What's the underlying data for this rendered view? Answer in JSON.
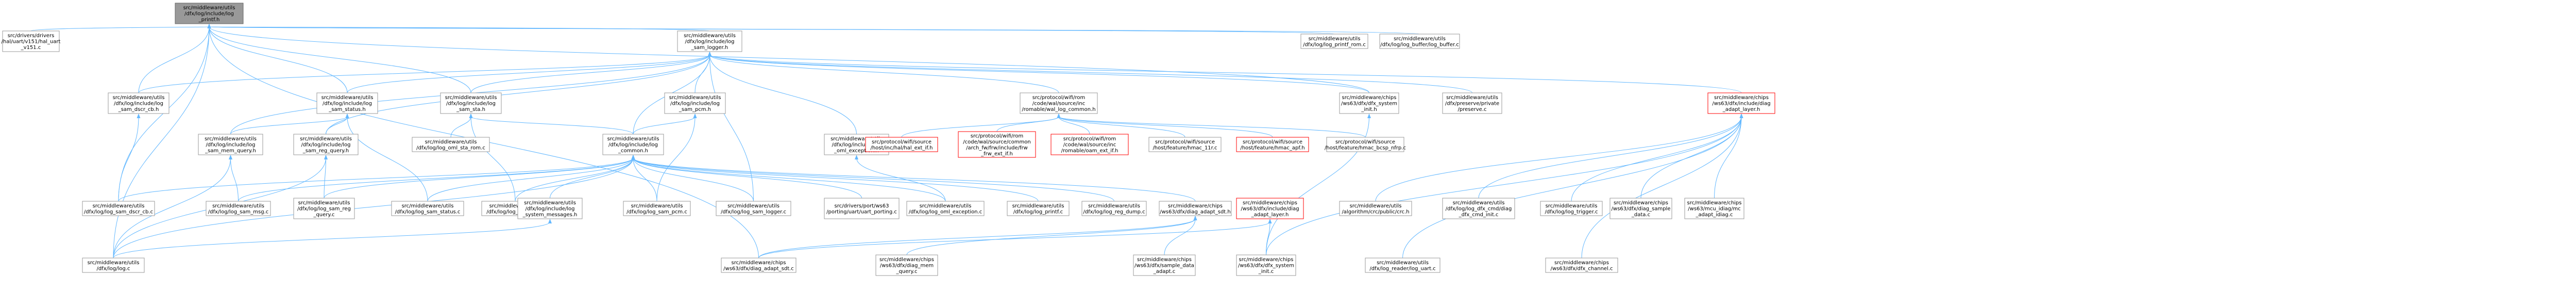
{
  "colors": {
    "edge": "#63b8ff",
    "root_fill": "#999999",
    "node_border": "#999999",
    "missing_border": "#ff0000"
  },
  "nodes": [
    {
      "id": "root",
      "lines": [
        "src/middleware/utils",
        "/dfx/log/include/log",
        "_printf.h"
      ],
      "kind": "root"
    },
    {
      "id": "uart",
      "lines": [
        "src/drivers/drivers",
        "/hal/uart/v151/hal_uart",
        "_v151.c"
      ],
      "kind": "file"
    },
    {
      "id": "logger",
      "lines": [
        "src/middleware/utils",
        "/dfx/log/include/log",
        "_sam_logger.h"
      ],
      "kind": "file"
    },
    {
      "id": "printf_rom",
      "lines": [
        "src/middleware/utils",
        "/dfx/log/log_printf_rom.c"
      ],
      "kind": "file"
    },
    {
      "id": "buffer",
      "lines": [
        "src/middleware/utils",
        "/dfx/log/log_buffer/log_buffer.c"
      ],
      "kind": "file"
    },
    {
      "id": "dscr_cb_h",
      "lines": [
        "src/middleware/utils",
        "/dfx/log/include/log",
        "_sam_dscr_cb.h"
      ],
      "kind": "file"
    },
    {
      "id": "status_h",
      "lines": [
        "src/middleware/utils",
        "/dfx/log/include/log",
        "_sam_status.h"
      ],
      "kind": "file"
    },
    {
      "id": "sta_h",
      "lines": [
        "src/middleware/utils",
        "/dfx/log/include/log",
        "_sam_sta.h"
      ],
      "kind": "file"
    },
    {
      "id": "pcm_h",
      "lines": [
        "src/middleware/utils",
        "/dfx/log/include/log",
        "_sam_pcm.h"
      ],
      "kind": "file"
    },
    {
      "id": "pc_common",
      "lines": [
        "src/protocol/wifi/rom",
        "/code/wal/source/inc",
        "/romable/wal_log_common.h"
      ],
      "kind": "file"
    },
    {
      "id": "dfx_system_init_h",
      "lines": [
        "src/middleware/chips",
        "/ws63/dfx/dfx_system",
        "_init.h"
      ],
      "kind": "file"
    },
    {
      "id": "preserve",
      "lines": [
        "src/middleware/utils",
        "/dfx/preserve/private",
        "/preserve.c"
      ],
      "kind": "file"
    },
    {
      "id": "mem_query_h",
      "lines": [
        "src/middleware/utils",
        "/dfx/log/include/log",
        "_sam_mem_query.h"
      ],
      "kind": "file"
    },
    {
      "id": "reg_query_h",
      "lines": [
        "src/middleware/utils",
        "/dfx/log/include/log",
        "_sam_reg_query.h"
      ],
      "kind": "file"
    },
    {
      "id": "oml_rom",
      "lines": [
        "src/middleware/utils",
        "/dfx/log/log_oml_sta_rom.c"
      ],
      "kind": "file"
    },
    {
      "id": "common_h",
      "lines": [
        "src/middleware/utils",
        "/dfx/log/include/log",
        "_common.h"
      ],
      "kind": "file"
    },
    {
      "id": "oml_exc_h",
      "lines": [
        "src/middleware/utils",
        "/dfx/log/include/log",
        "_oml_exception.h"
      ],
      "kind": "file"
    },
    {
      "id": "hal_ext",
      "lines": [
        "src/protocol/wifi/source",
        "/host/inc/hal/hal_ext_if.h"
      ],
      "kind": "missing"
    },
    {
      "id": "frw_ext",
      "lines": [
        "src/protocol/wifi/rom",
        "/code/wal/source/common",
        "/arch_fw/frw/include/frw",
        "_frw_ext_if.h"
      ],
      "kind": "missing"
    },
    {
      "id": "oam_ext",
      "lines": [
        "src/protocol/wifi/rom",
        "/code/wal/source/inc",
        "/romable/oam_ext_if.h"
      ],
      "kind": "missing"
    },
    {
      "id": "hmac_11r",
      "lines": [
        "src/protocol/wifi/source",
        "/host/feature/hmac_11r.c"
      ],
      "kind": "file"
    },
    {
      "id": "hmac_apf",
      "lines": [
        "src/protocol/wifi/source",
        "/host/feature/hmac_apf.h"
      ],
      "kind": "missing"
    },
    {
      "id": "hmac_bcsp",
      "lines": [
        "src/protocol/wifi/source",
        "/host/feature/hmac_bcsp_nfrp.c"
      ],
      "kind": "file"
    },
    {
      "id": "adapt_layer_inc",
      "lines": [
        "src/middleware/chips",
        "/ws63/dfx/include/diag",
        "_adapt_layer.h"
      ],
      "kind": "missing"
    },
    {
      "id": "dscr_cb_c",
      "lines": [
        "src/middleware/utils",
        "/dfx/log/log_sam_dscr_cb.c"
      ],
      "kind": "file"
    },
    {
      "id": "mem_msg",
      "lines": [
        "src/middleware/utils",
        "/dfx/log/log_sam_msg.c"
      ],
      "kind": "file"
    },
    {
      "id": "reg_query_c",
      "lines": [
        "src/middleware/utils",
        "/dfx/log/log_sam_reg",
        "_query.c"
      ],
      "kind": "file"
    },
    {
      "id": "status_c",
      "lines": [
        "src/middleware/utils",
        "/dfx/log/log_sam_status.c"
      ],
      "kind": "file"
    },
    {
      "id": "sta_c",
      "lines": [
        "src/middleware/utils",
        "/dfx/log/log_sam_sta.c"
      ],
      "kind": "file"
    },
    {
      "id": "sys_msgs",
      "lines": [
        "src/middleware/utils",
        "/dfx/log/include/log",
        "_system_messages.h"
      ],
      "kind": "file"
    },
    {
      "id": "pcm_c",
      "lines": [
        "src/middleware/utils",
        "/dfx/log/log_sam_pcm.c"
      ],
      "kind": "file"
    },
    {
      "id": "logger_c",
      "lines": [
        "src/middleware/utils",
        "/dfx/log/log_sam_logger.c"
      ],
      "kind": "file"
    },
    {
      "id": "uart_porting",
      "lines": [
        "src/drivers/port/ws63",
        "/porting/uart/uart_porting.c"
      ],
      "kind": "file"
    },
    {
      "id": "oml_exc_c",
      "lines": [
        "src/middleware/utils",
        "/dfx/log/log_oml_exception.c"
      ],
      "kind": "file"
    },
    {
      "id": "printf_c",
      "lines": [
        "src/middleware/utils",
        "/dfx/log/log_printf.c"
      ],
      "kind": "file"
    },
    {
      "id": "reg_dump",
      "lines": [
        "src/middleware/utils",
        "/dfx/log/log_reg_dump.c"
      ],
      "kind": "file"
    },
    {
      "id": "adapt_sdt_h",
      "lines": [
        "src/middleware/chips",
        "/ws63/dfx/diag_adapt_sdt.h"
      ],
      "kind": "file"
    },
    {
      "id": "adapt_layer_h",
      "lines": [
        "src/middleware/chips",
        "/ws63/dfx/include/diag",
        "_adapt_layer.h"
      ],
      "kind": "missing"
    },
    {
      "id": "log_c",
      "lines": [
        "src/middleware/utils",
        "/dfx/log/log.c"
      ],
      "kind": "file"
    },
    {
      "id": "adapt_sdt_c",
      "lines": [
        "src/middleware/chips",
        "/ws63/dfx/diag_adapt_sdt.c"
      ],
      "kind": "file"
    },
    {
      "id": "diag_mem_query",
      "lines": [
        "src/middleware/chips",
        "/ws63/dfx/diag_mem",
        "_query.c"
      ],
      "kind": "file"
    },
    {
      "id": "sample_data",
      "lines": [
        "src/middleware/chips",
        "/ws63/dfx/sample_data",
        "_adapt.c"
      ],
      "kind": "file"
    },
    {
      "id": "dfx_system_init_c",
      "lines": [
        "src/middleware/chips",
        "/ws63/dfx/dfx_system",
        "_init.c"
      ],
      "kind": "file"
    },
    {
      "id": "algorithm",
      "lines": [
        "src/middleware/utils",
        "/algorithm/crc/public/crc.h"
      ],
      "kind": "file"
    },
    {
      "id": "dfx_cmd",
      "lines": [
        "src/middleware/utils",
        "/dfx/log/log_dfx_cmd/diag",
        "_dfx_cmd_init.c"
      ],
      "kind": "file"
    },
    {
      "id": "trigger",
      "lines": [
        "src/middleware/utils",
        "/dfx/log/log_trigger.c"
      ],
      "kind": "file"
    },
    {
      "id": "sample_data_c",
      "lines": [
        "src/middleware/chips",
        "/ws63/dfx/diag_sample",
        "_data.c"
      ],
      "kind": "file"
    },
    {
      "id": "mcu_adapt",
      "lines": [
        "src/middleware/chips",
        "/ws63/mcu_idiag/mc",
        "_adapt_idiag.c"
      ],
      "kind": "file"
    },
    {
      "id": "channel",
      "lines": [
        "src/middleware/chips",
        "/ws63/dfx/dfx_channel.c"
      ],
      "kind": "file"
    },
    {
      "id": "log_reader",
      "lines": [
        "src/middleware/utils",
        "/dfx/log_reader/log_uart.c"
      ],
      "kind": "file"
    }
  ]
}
